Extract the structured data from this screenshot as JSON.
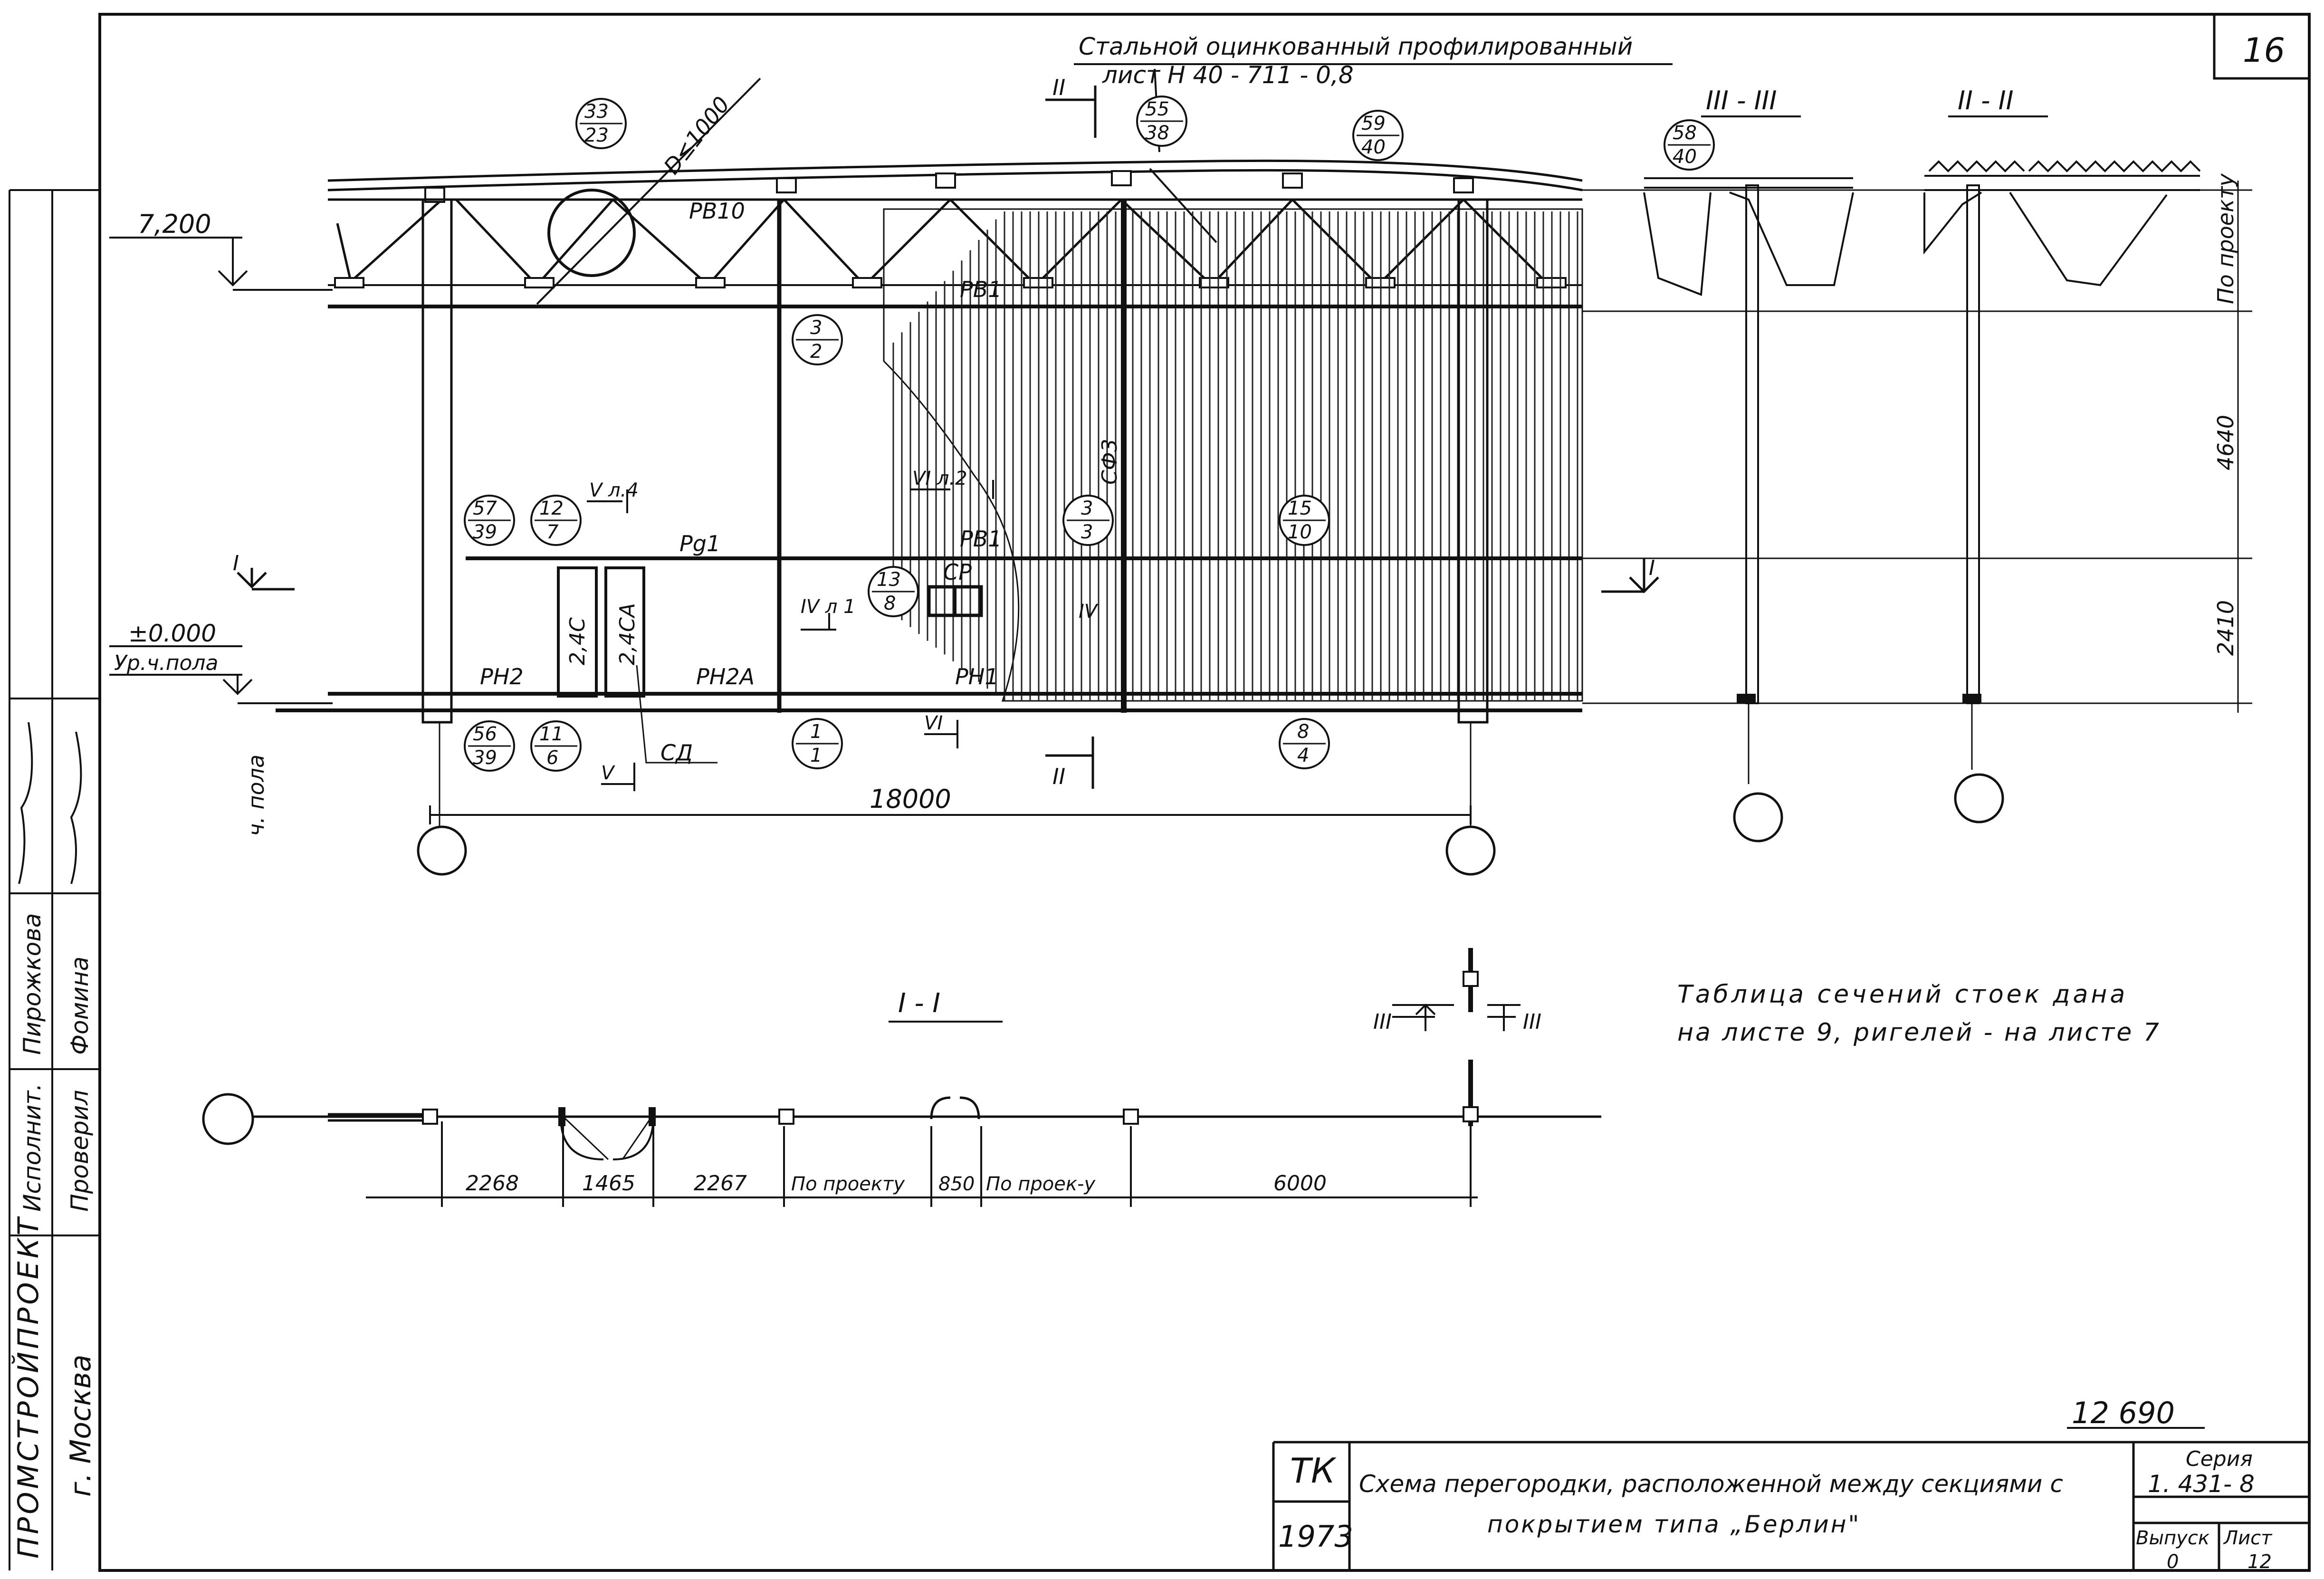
{
  "sheet": {
    "corner_number": "16",
    "note_top": [
      "Стальной оцинкованный профилированный",
      "лист Н 40 - 711 - 0,8"
    ],
    "code_right": "12 690",
    "note_table": [
      "Таблица сечений стоек дана",
      "на листе 9, ригелей - на листе 7"
    ]
  },
  "elevation": {
    "level_top": "7,200",
    "level_zero": "±0.000",
    "level_floor": "Ур.ч.пола",
    "floor_label": "ч. пола",
    "duct_label": "D≤1000",
    "span_dim": "18000",
    "dims_right": [
      "По проекту",
      "4640",
      "2410"
    ],
    "labels": {
      "rv10": "РВ10",
      "rv1": "РВ1",
      "rv1b": "РВ1",
      "rg1": "Рg1",
      "rn2": "РН2",
      "rn2a": "РН2А",
      "rn1": "РН1",
      "cp": "СР",
      "sd": "СД",
      "door_2_4c": "2,4С",
      "door_2_4ca": "2,4СА",
      "sf3": "СФ3"
    },
    "cuts": {
      "ii_top": "II",
      "ii_bottom": "II",
      "i_left": "I",
      "i_right": "I",
      "v_l4": "V л.4",
      "vi_l2": "VI л.2",
      "iv_l1": "IV л 1",
      "iv": "IV",
      "v": "V",
      "vi": "VI"
    },
    "callouts": [
      {
        "top": "33",
        "bottom": "23"
      },
      {
        "top": "55",
        "bottom": "38"
      },
      {
        "top": "59",
        "bottom": "40"
      },
      {
        "top": "3",
        "bottom": "2"
      },
      {
        "top": "57",
        "bottom": "39"
      },
      {
        "top": "12",
        "bottom": "7"
      },
      {
        "top": "13",
        "bottom": "8"
      },
      {
        "top": "3",
        "bottom": "3"
      },
      {
        "top": "15",
        "bottom": "10"
      },
      {
        "top": "56",
        "bottom": "39"
      },
      {
        "top": "11",
        "bottom": "6"
      },
      {
        "top": "1",
        "bottom": "1"
      },
      {
        "top": "8",
        "bottom": "4"
      }
    ]
  },
  "sections": {
    "iii_title": "III - III",
    "ii_title": "II - II",
    "callout_58": {
      "top": "58",
      "bottom": "40"
    },
    "section_i_title": "I - I",
    "section_i_dims": [
      "2268",
      "1465",
      "2267",
      "По проекту",
      "850",
      "По проек-у",
      "6000"
    ],
    "cut_iii_left": "III",
    "cut_iii_right": "III"
  },
  "left_strip": {
    "roles": [
      "Исполнит.",
      "Проверил"
    ],
    "names": [
      "Пирожкова",
      "Фомина"
    ],
    "org": "г. Москва",
    "org_top": "ПРОМСТРОЙПРОЕКТ"
  },
  "title_block": {
    "tk": "ТК",
    "year": "1973",
    "title": [
      "Схема перегородки, расположенной между секциями с",
      "покрытием типа „Берлин\""
    ],
    "series_label": "Серия",
    "series": "1. 431- 8",
    "issue_label": "Выпуск",
    "issue": "0",
    "sheet_label": "Лист",
    "sheet": "12"
  }
}
